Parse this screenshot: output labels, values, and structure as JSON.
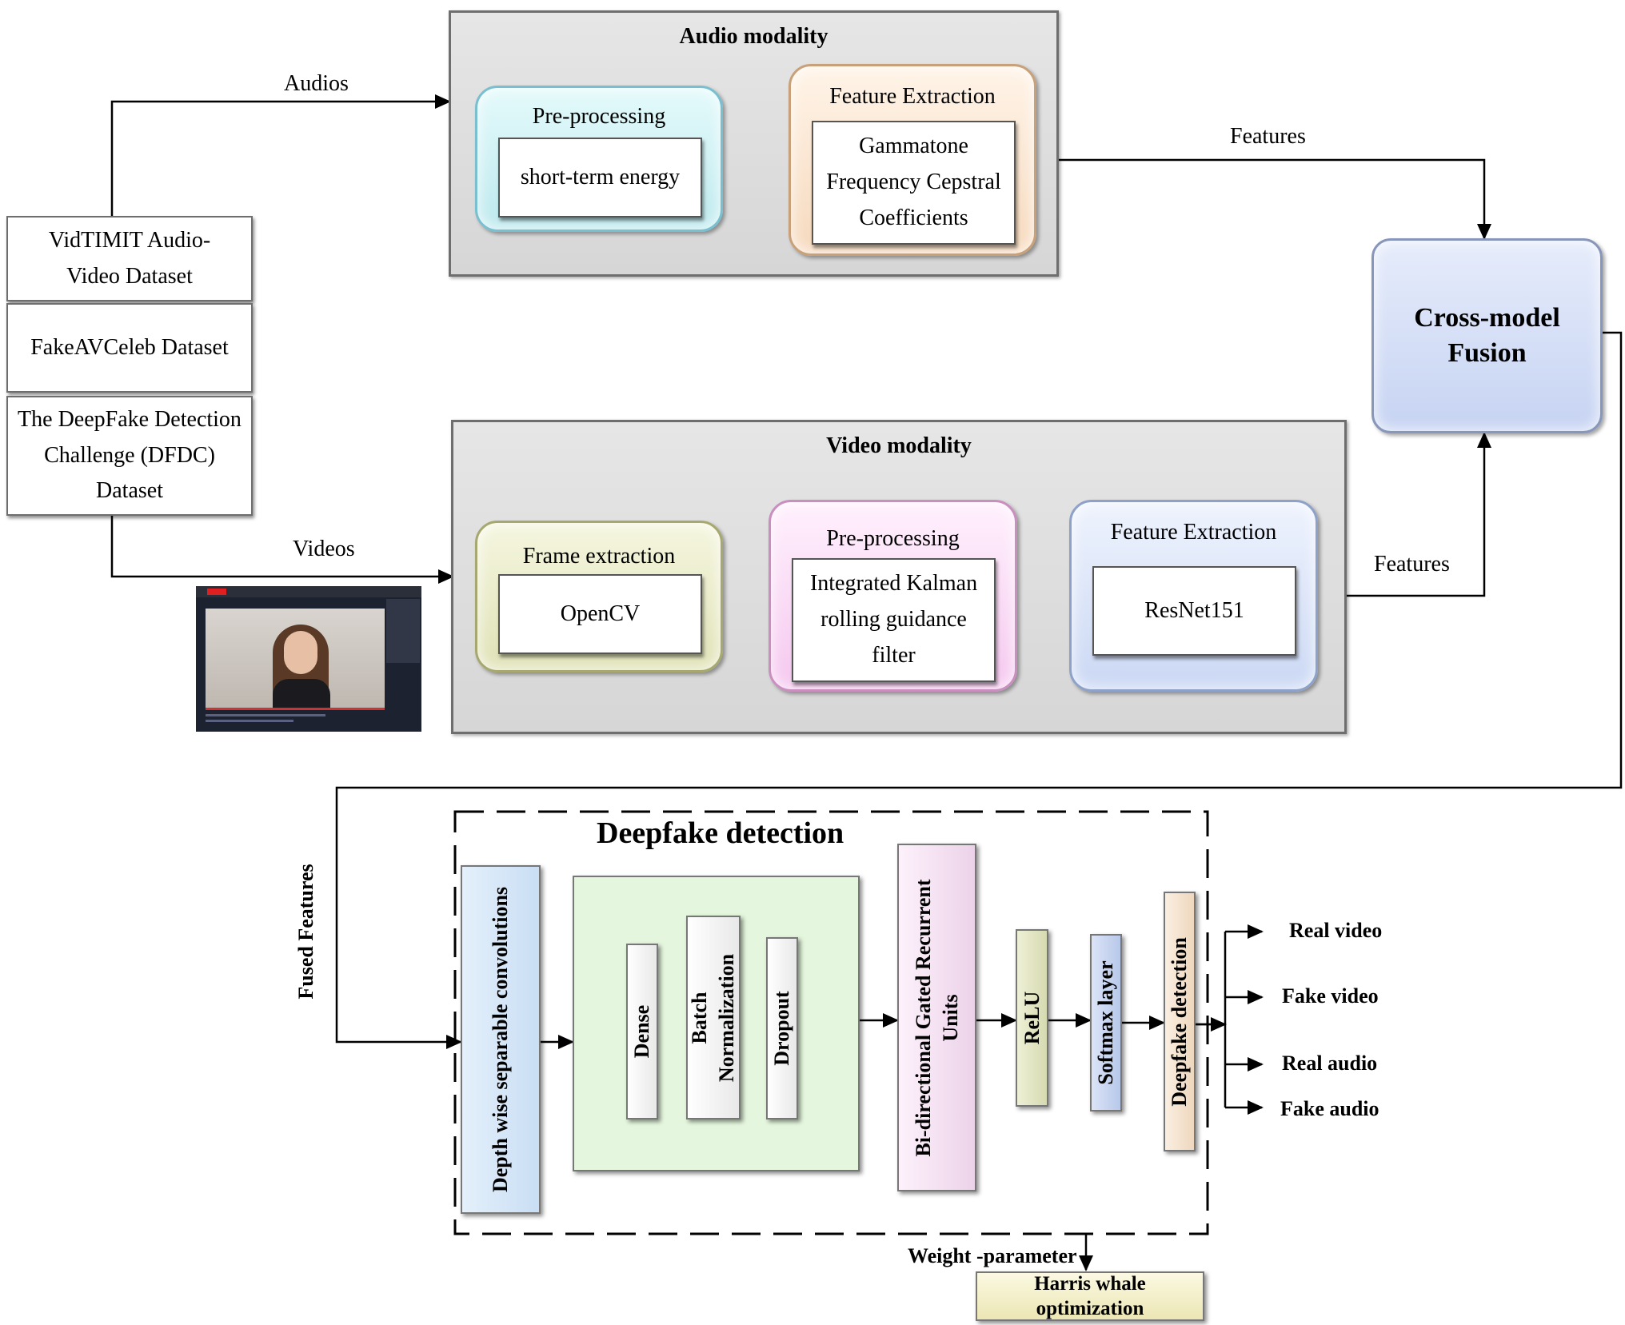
{
  "audio_modality": {
    "title": "Audio modality",
    "preprocessing": {
      "title": "Pre-processing",
      "content": "short-term energy"
    },
    "feature_extraction": {
      "title": "Feature Extraction",
      "content": "Gammatone Frequency Cepstral Coefficients"
    }
  },
  "video_modality": {
    "title": "Video modality",
    "frame_extraction": {
      "title": "Frame extraction",
      "content": "OpenCV"
    },
    "preprocessing": {
      "title": "Pre-processing",
      "content": "Integrated Kalman rolling guidance filter"
    },
    "feature_extraction": {
      "title": "Feature Extraction",
      "content": "ResNet151"
    }
  },
  "datasets": [
    "VidTIMIT Audio-Video Dataset",
    "FakeAVCeleb Dataset",
    "The DeepFake Detection Challenge (DFDC) Dataset"
  ],
  "labels": {
    "audios": "Audios",
    "videos": "Videos",
    "features_audio": "Features",
    "features_video": "Features",
    "fused_features": "Fused Features",
    "weight_parameter": "Weight -parameter"
  },
  "fusion": {
    "label": "Cross-model Fusion"
  },
  "detection": {
    "title": "Deepfake detection",
    "depthwise": "Depth wise separable convolutions",
    "dense": "Dense",
    "batchnorm": "Batch Normalization",
    "dropout": "Dropout",
    "bigru": "Bi-directional Gated Recurrent Units",
    "relu": "ReLU",
    "softmax": "Softmax layer",
    "deepfake": "Deepfake detection"
  },
  "outputs": [
    "Real video",
    "Fake video",
    "Real audio",
    "Fake audio"
  ],
  "harris": "Harris whale optimization",
  "colors": {
    "cyan_box": "#cff2f4",
    "peach_box": "#fbe6d6",
    "olive_box": "#e9ebcc",
    "pink_box": "#fbdaf6",
    "blue_box": "#d9e3f8",
    "fusion_box": "#d6e0f6",
    "green_box": "#e4f6dd",
    "yellow_box": "#f7f4cf"
  }
}
